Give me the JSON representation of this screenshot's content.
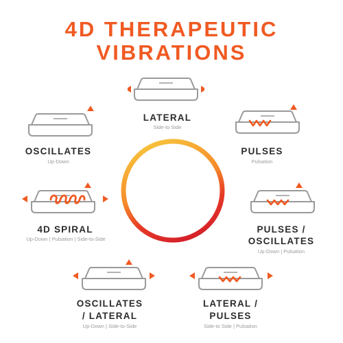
{
  "title": {
    "line1": "4D THERAPEUTIC",
    "line2": "VIBRATIONS"
  },
  "modes": [
    {
      "name": "LATERAL",
      "sub": "Side-to Side"
    },
    {
      "name": "OSCILLATES",
      "sub": "Up-Down"
    },
    {
      "name": "PULSES",
      "sub": "Pulsation"
    },
    {
      "name": "4D SPIRAL",
      "sub": "Up-Down | Pulsation | Side-to-Side"
    },
    {
      "name_line1": "PULSES /",
      "name_line2": "OSCILLATES",
      "sub": "Up-Down | Pulsation"
    },
    {
      "name_line1": "OSCILLATES",
      "name_line2": "/ LATERAL",
      "sub": "Up-Down | Side-to-Side"
    },
    {
      "name_line1": "LATERAL /",
      "name_line2": "PULSES",
      "sub": "Side-to Side | Pulsation"
    }
  ],
  "colors": {
    "accent": "#f05a22",
    "ring_top": "#f6b53a",
    "ring_bottom": "#d9262a",
    "outline": "#9a9a9a",
    "label": "#2b2b2b"
  },
  "icons": [
    "vibration-plate-icon",
    "arrow-icon",
    "zigzag-wave-icon",
    "spiral-coil-icon",
    "gradient-ring"
  ]
}
